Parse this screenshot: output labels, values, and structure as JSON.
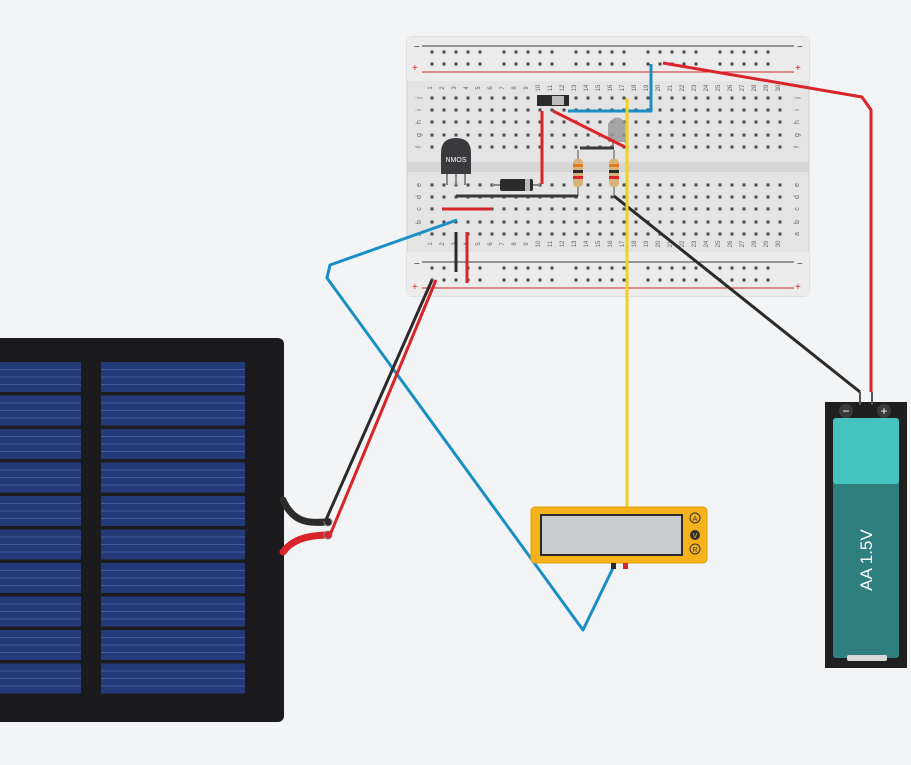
{
  "breadboard": {
    "rail_minus": "−",
    "rail_plus": "+",
    "columns": [
      "1",
      "2",
      "3",
      "4",
      "5",
      "6",
      "7",
      "8",
      "9",
      "10",
      "11",
      "12",
      "13",
      "14",
      "15",
      "16",
      "17",
      "18",
      "19",
      "20",
      "21",
      "22",
      "23",
      "24",
      "25",
      "26",
      "27",
      "28",
      "29",
      "30"
    ],
    "top_rows": [
      "j",
      "i",
      "h",
      "g",
      "f"
    ],
    "bottom_rows": [
      "e",
      "d",
      "c",
      "b",
      "a"
    ]
  },
  "transistor": {
    "label": "NMOS"
  },
  "battery": {
    "label": "AA 1.5V",
    "minus_symbol": "−",
    "plus_symbol": "+"
  },
  "multimeter": {
    "modes": [
      "A",
      "V",
      "R"
    ]
  },
  "colors": {
    "background": "#f2f4f6",
    "wire_red": "#d9242a",
    "wire_black": "#2b2b2b",
    "wire_blue": "#1a8fc6",
    "wire_yellow": "#f2d11a",
    "battery_body": "#2f7f7f",
    "battery_charge": "#45c3c1",
    "solar_cell": "#243a78",
    "multimeter_body": "#f5b21a"
  }
}
